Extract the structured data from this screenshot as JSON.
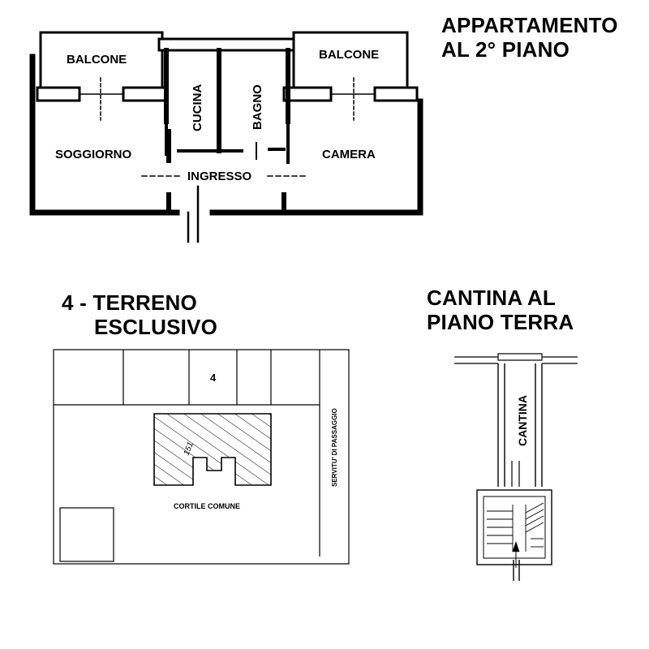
{
  "headings": {
    "apartment": [
      "APPARTAMENTO",
      "AL 2° PIANO"
    ],
    "land": [
      "4 - TERRENO",
      "ESCLUSIVO"
    ],
    "cellar": [
      "CANTINA AL",
      "PIANO TERRA"
    ]
  },
  "apartment_rooms": {
    "balcone_left": "BALCONE",
    "balcone_right": "BALCONE",
    "cucina": "CUCINA",
    "bagno": "BAGNO",
    "soggiorno": "SOGGIORNO",
    "camera": "CAMERA",
    "ingresso": "INGRESSO"
  },
  "land_labels": {
    "plot_number": "4",
    "building_number": "151",
    "courtyard": "CORTILE COMUNE",
    "easement": "SERVITU' DI PASSAGGIO"
  },
  "cellar_labels": {
    "cantina": "CANTINA"
  }
}
